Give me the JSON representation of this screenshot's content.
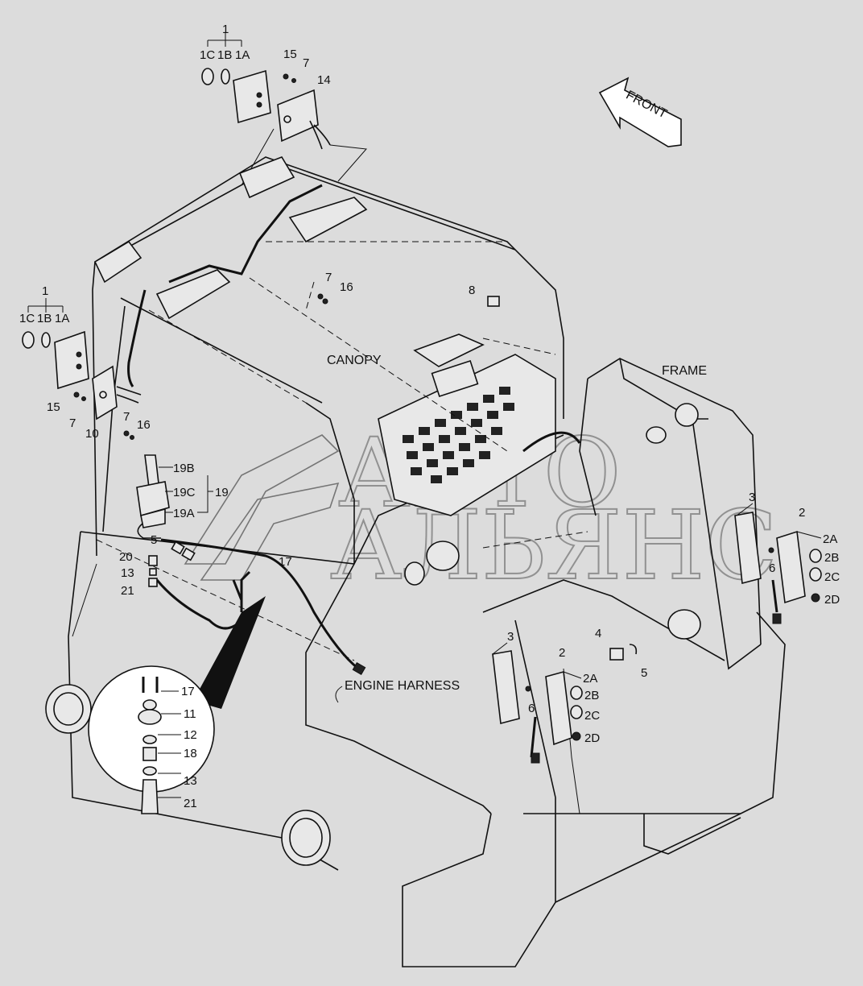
{
  "labels": {
    "canopy": "CANOPY",
    "frame": "FRAME",
    "front": "FRONT",
    "engine_harness": "ENGINE HARNESS"
  },
  "callouts": {
    "top_light": {
      "group": "1",
      "c": "1C",
      "b": "1B",
      "a": "1A",
      "screw": "15",
      "washer": "7",
      "bracket": "14"
    },
    "left_light": {
      "group": "1",
      "c": "1C",
      "b": "1B",
      "a": "1A",
      "screw": "15",
      "washer": "7",
      "bracket": "10",
      "washer2": "7",
      "nut2": "16"
    },
    "canopy_top": {
      "washer": "7",
      "nut": "16",
      "clip": "8"
    },
    "joystick": {
      "b": "19B",
      "c": "19C",
      "group": "19",
      "a": "19A"
    },
    "harness": {
      "connector": "5",
      "fitting": "20",
      "seal": "13",
      "hose": "21",
      "cable": "17"
    },
    "detail": {
      "cable": "17",
      "switch": "11",
      "seal1": "12",
      "adapter": "18",
      "seal2": "13",
      "hose": "21"
    },
    "right_rear": {
      "reflector": "3",
      "light": "2",
      "a": "2A",
      "b": "2B",
      "c": "2C",
      "d": "2D",
      "screw": "6"
    },
    "left_rear": {
      "reflector": "3",
      "light": "2",
      "a": "2A",
      "b": "2B",
      "c": "2C",
      "d": "2D",
      "screw": "6"
    },
    "relay": {
      "relay": "4",
      "clip": "5"
    }
  },
  "watermark": {
    "line1": "АВТО",
    "line2": "АЛЬЯНС"
  }
}
